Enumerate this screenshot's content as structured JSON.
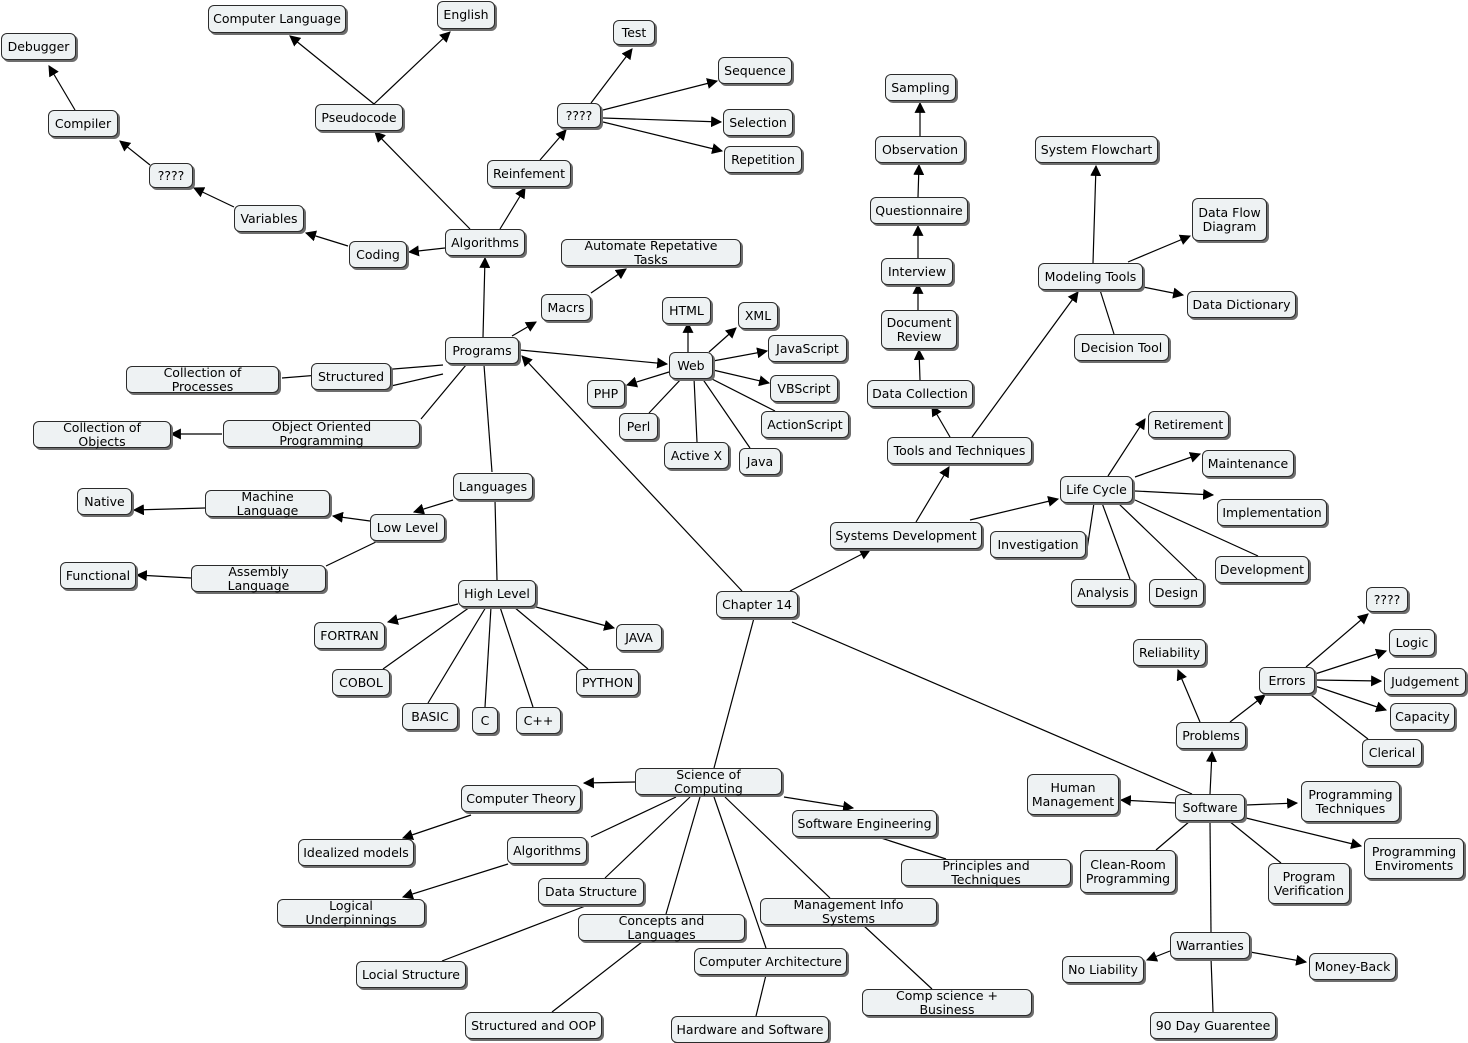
{
  "map": {
    "line_color": "#000000",
    "node_fill": "#eef2f3",
    "node_border": "#2b2b2b",
    "nodes": {
      "chapter14": "Chapter 14",
      "programs": "Programs",
      "algorithms": "Algorithms",
      "coding": "Coding",
      "variables": "Variables",
      "unknown1": "????",
      "compiler": "Compiler",
      "debugger": "Debugger",
      "pseudocode": "Pseudocode",
      "computer_language": "Computer Language",
      "english": "English",
      "reinfement": "Reinfement",
      "unknown2": "????",
      "test": "Test",
      "sequence": "Sequence",
      "selection": "Selection",
      "repetition": "Repetition",
      "macrs": "Macrs",
      "automate": "Automate Repetative Tasks",
      "web": "Web",
      "html": "HTML",
      "xml": "XML",
      "javascript": "JavaScript",
      "vbscript": "VBScript",
      "actionscript": "ActionScript",
      "java_web": "Java",
      "activex": "Active X",
      "perl": "Perl",
      "php": "PHP",
      "structured": "Structured",
      "collection_processes": "Collection of Processes",
      "oop": "Object Oriented Programming",
      "collection_objects": "Collection of Objects",
      "languages": "Languages",
      "low_level": "Low Level",
      "machine_language": "Machine Language",
      "native": "Native",
      "assembly_language": "Assembly Language",
      "functional": "Functional",
      "high_level": "High Level",
      "fortran": "FORTRAN",
      "cobol": "COBOL",
      "basic": "BASIC",
      "c": "C",
      "cpp": "C++",
      "python": "PYTHON",
      "java_hl": "JAVA",
      "science_computing": "Science of Computing",
      "computer_theory": "Computer Theory",
      "idealized_models": "Idealized models",
      "algorithms2": "Algorithms",
      "logical_underpinnings": "Logical Underpinnings",
      "data_structure": "Data Structure",
      "locial_structure": "Locial Structure",
      "concepts_languages": "Concepts and Languages",
      "structured_oop": "Structured and OOP",
      "computer_architecture": "Computer Architecture",
      "hardware_software": "Hardware and Software",
      "mis": "Management Info Systems",
      "comp_science_business": "Comp science + Business",
      "software_engineering": "Software Engineering",
      "principles_techniques": "Principles and Techniques",
      "systems_development": "Systems Development",
      "tools_techniques": "Tools and Techniques",
      "data_collection": "Data Collection",
      "document_review": "Document\nReview",
      "interview": "Interview",
      "questionnaire": "Questionnaire",
      "observation": "Observation",
      "sampling": "Sampling",
      "modeling_tools": "Modeling Tools",
      "system_flowchart": "System Flowchart",
      "data_flow_diagram": "Data Flow\nDiagram",
      "data_dictionary": "Data Dictionary",
      "decision_tool": "Decision Tool",
      "life_cycle": "Life Cycle",
      "retirement": "Retirement",
      "maintenance": "Maintenance",
      "implementation": "Implementation",
      "development": "Development",
      "design": "Design",
      "analysis": "Analysis",
      "investigation": "Investigation",
      "software": "Software",
      "problems": "Problems",
      "reliability": "Reliability",
      "errors": "Errors",
      "unknown3": "????",
      "logic": "Logic",
      "judgement": "Judgement",
      "capacity": "Capacity",
      "clerical": "Clerical",
      "human_management": "Human\nManagement",
      "programming_techniques": "Programming\nTechniques",
      "programming_enviroments": "Programming\nEnviroments",
      "program_verification": "Program\nVerification",
      "clean_room": "Clean-Room\nProgramming",
      "warranties": "Warranties",
      "no_liability": "No Liability",
      "money_back": "Money-Back",
      "guarantee_90": "90 Day Guarentee"
    }
  }
}
